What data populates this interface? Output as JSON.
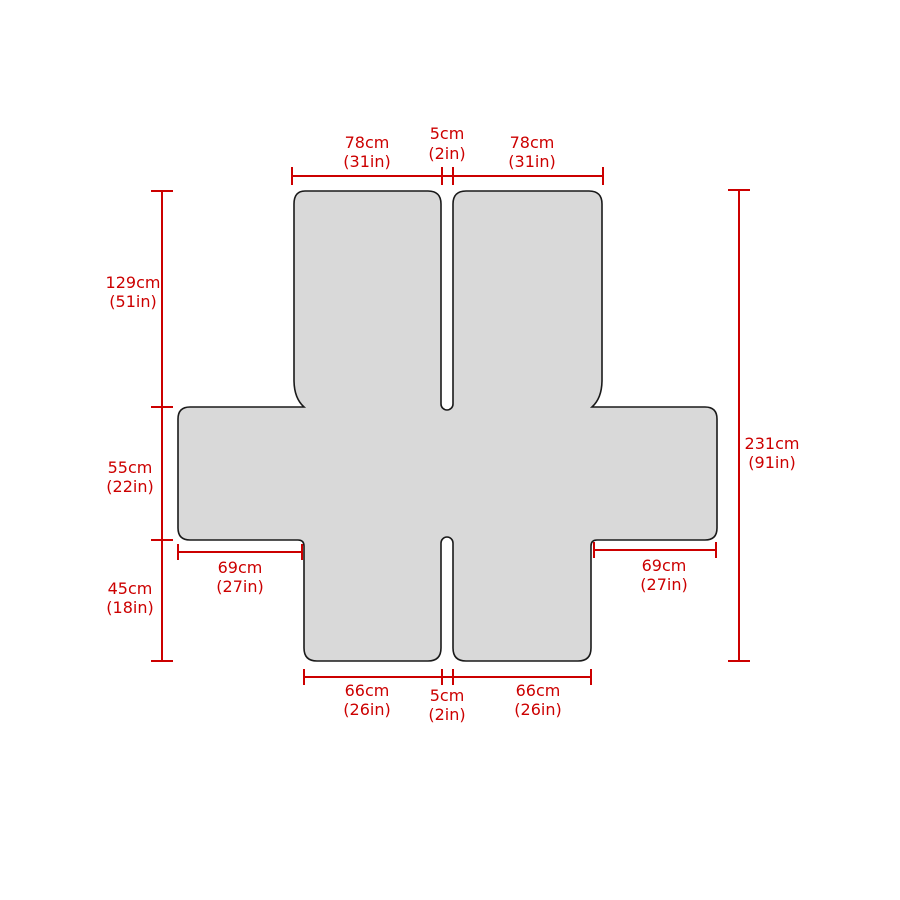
{
  "colors": {
    "dimension": "#cc0000",
    "fill": "#d9d9d9",
    "outline": "#1a1a1a",
    "background": "#ffffff"
  },
  "top": {
    "left_width": {
      "cm": "78cm",
      "inch": "(31in)"
    },
    "gap": {
      "cm": "5cm",
      "inch": "(2in)"
    },
    "right_width": {
      "cm": "78cm",
      "inch": "(31in)"
    }
  },
  "left": {
    "back_height": {
      "cm": "129cm",
      "inch": "(51in)"
    },
    "arm_height": {
      "cm": "55cm",
      "inch": "(22in)"
    },
    "seat_height": {
      "cm": "45cm",
      "inch": "(18in)"
    }
  },
  "arms": {
    "left_width": {
      "cm": "69cm",
      "inch": "(27in)"
    },
    "right_width": {
      "cm": "69cm",
      "inch": "(27in)"
    }
  },
  "right": {
    "total_height": {
      "cm": "231cm",
      "inch": "(91in)"
    }
  },
  "bottom": {
    "left_width": {
      "cm": "66cm",
      "inch": "(26in)"
    },
    "gap": {
      "cm": "5cm",
      "inch": "(2in)"
    },
    "right_width": {
      "cm": "66cm",
      "inch": "(26in)"
    }
  }
}
